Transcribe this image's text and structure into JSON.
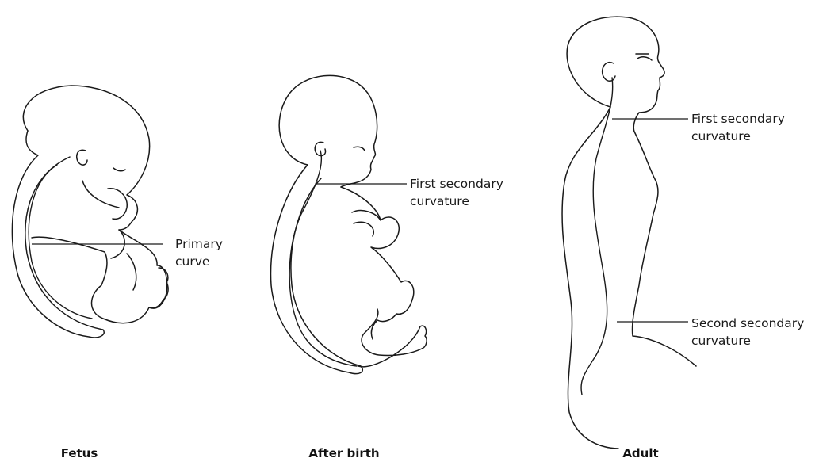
{
  "panels": {
    "fetus": {
      "caption": "Fetus",
      "labels": {
        "primary_curve": [
          "Primary",
          "curve"
        ]
      }
    },
    "after_birth": {
      "caption": "After birth",
      "labels": {
        "first_secondary": [
          "First secondary",
          "curvature"
        ]
      }
    },
    "adult": {
      "caption": "Adult",
      "labels": {
        "first_secondary": [
          "First secondary",
          "curvature"
        ],
        "second_secondary": [
          "Second secondary",
          "curvature"
        ]
      }
    }
  },
  "colors": {
    "line": "#1a1a1a",
    "background": "#ffffff"
  }
}
